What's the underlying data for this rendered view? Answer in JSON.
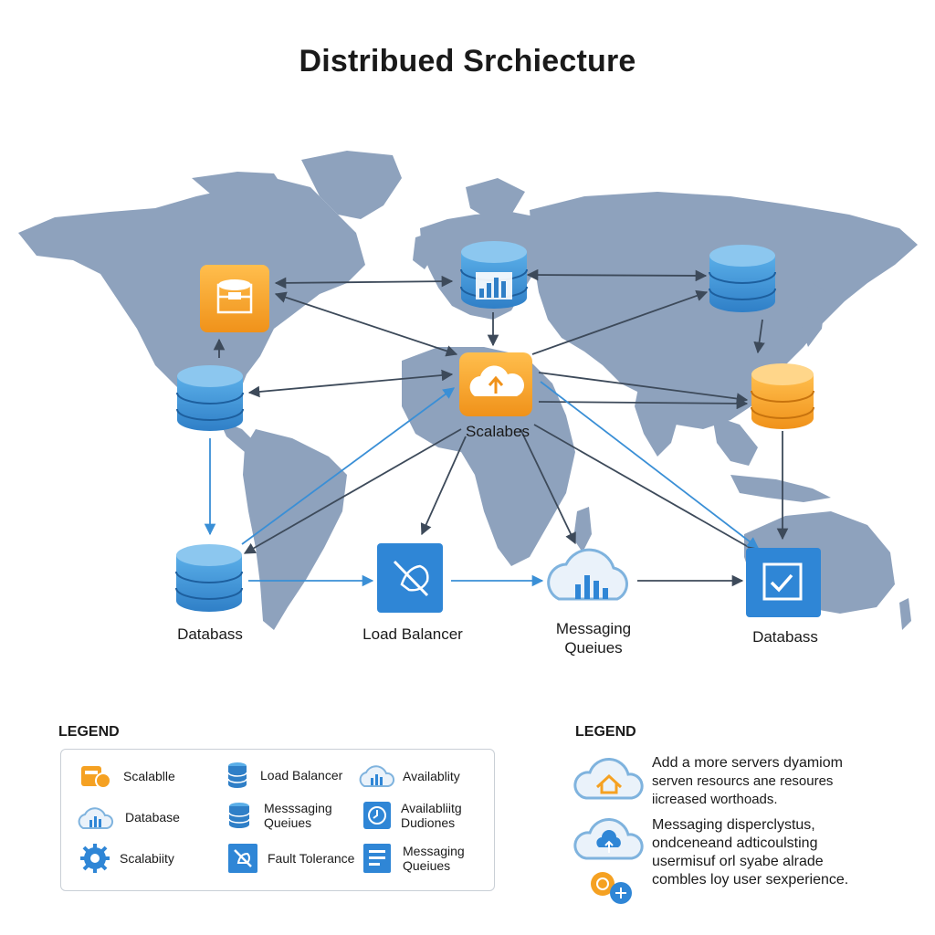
{
  "title": "Distribued Srchiecture",
  "nodes": {
    "scalabes": "Scalabes",
    "database_left": "Databass",
    "load_balancer": "Load Balancer",
    "messaging_line1": "Messaging",
    "messaging_line2": "Queiues",
    "database_right": "Databass"
  },
  "legend_left": {
    "heading": "LEGEND",
    "items": [
      {
        "label": "Scalablle",
        "icon": "server-gear-icon"
      },
      {
        "label": "Load Balancer",
        "icon": "database-stack-icon"
      },
      {
        "label": "Availablity",
        "icon": "cloud-chart-icon"
      },
      {
        "label": "Database",
        "icon": "cloud-chart-icon"
      },
      {
        "label_line1": "Messsaging",
        "label_line2": "Queiues",
        "icon": "database-stack-icon"
      },
      {
        "label_line1": "Availabliitg",
        "label_line2": "Dudiones",
        "icon": "clock-icon"
      },
      {
        "label": "Scalabiity",
        "icon": "gear-icon"
      },
      {
        "label": "Fault Tolerance",
        "icon": "no-hand-icon"
      },
      {
        "label_line1": "Messaging",
        "label_line2": "Queiues",
        "icon": "list-icon"
      }
    ]
  },
  "legend_right": {
    "heading": "LEGEND",
    "entries": [
      {
        "line1": "Add a more servers dyamiom",
        "line2": "serven resourcs ane resoures",
        "line3": "iicreased worthoads.",
        "icon": "cloud-home-icon"
      },
      {
        "line1": "Messaging disperclystus,",
        "line2": "ondceneand adticoulsting",
        "line3": "usermisuf orl syabe alrade",
        "line4": "combles loy user sexperience.",
        "icon": "cloud-upload-icon"
      }
    ],
    "extra_icon": "orange-blue-badge-icon"
  },
  "colors": {
    "orange": "#f5a122",
    "blue": "#3a8fd6",
    "dark_blue": "#2a6fb5",
    "map_gray": "#8ea2bd",
    "arrow_dark": "#3d4a5a",
    "arrow_blue": "#3a8fd6"
  }
}
